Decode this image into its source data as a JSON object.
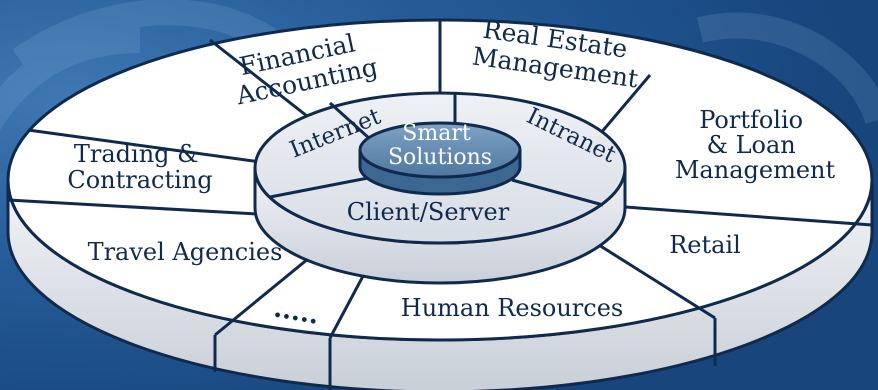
{
  "colors": {
    "background": "#1d4f86",
    "disk_top": "#ffffff",
    "disk_side": "#d9dde3",
    "outline": "#0f2a4c",
    "ring": "#e4e8ee",
    "core": "#5c84aa"
  },
  "segments": [
    {
      "id": "financial",
      "lines": [
        "Financial",
        "Accounting"
      ]
    },
    {
      "id": "realestate",
      "lines": [
        "Real Estate",
        "Management"
      ]
    },
    {
      "id": "portfolio",
      "lines": [
        "Portfolio",
        "& Loan",
        "Management"
      ]
    },
    {
      "id": "trading",
      "lines": [
        "Trading &",
        "Contracting"
      ]
    },
    {
      "id": "travel",
      "lines": [
        "Travel Agencies"
      ]
    },
    {
      "id": "retail",
      "lines": [
        "Retail"
      ]
    },
    {
      "id": "hr",
      "lines": [
        "Human Resources"
      ]
    },
    {
      "id": "more",
      "lines": [
        "....."
      ]
    }
  ],
  "ring": {
    "internet": "Internet",
    "intranet": "Intranet",
    "clientserver": "Client/Server"
  },
  "core": {
    "line1": "Smart",
    "line2": "Solutions"
  }
}
